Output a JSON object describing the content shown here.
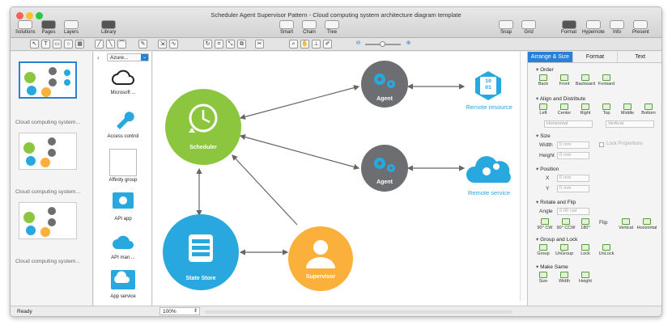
{
  "window": {
    "title": "Scheduler Agent Supervisor Pattern - Cloud computing system architecture diagram template"
  },
  "toolbar": {
    "solutions": "Solutions",
    "pages": "Pages",
    "layers": "Layers",
    "library": "Library",
    "smart": "Smart",
    "chain": "Chain",
    "tree": "Tree",
    "snap": "Snap",
    "grid": "Grid",
    "format": "Format",
    "hypernote": "Hypernote",
    "info": "Info",
    "present": "Present"
  },
  "pages": {
    "items": [
      {
        "label": "Cloud computing system..."
      },
      {
        "label": "Cloud computing system..."
      },
      {
        "label": "Cloud computing system..."
      }
    ]
  },
  "library": {
    "dropdown": "Azure...",
    "items": [
      {
        "label": "Microsoft ..."
      },
      {
        "label": "Access control"
      },
      {
        "label": "Affinity group"
      },
      {
        "label": "API app"
      },
      {
        "label": "API man ..."
      },
      {
        "label": "App service"
      }
    ]
  },
  "diagram": {
    "scheduler": "Scheduler",
    "agent1": "Agent",
    "agent2": "Agent",
    "state_store": "State Store",
    "supervisor": "Supervisor",
    "remote_resource": "Remote resource",
    "remote_service": "Remote service",
    "resource_bits": "10\n01"
  },
  "status": {
    "ready": "Ready",
    "zoom": "100%"
  },
  "inspector": {
    "tabs": [
      "Arrange & Size",
      "Format",
      "Text"
    ],
    "order": {
      "title": "Order",
      "items": [
        "Back",
        "Front",
        "Backward",
        "Forward"
      ]
    },
    "align": {
      "title": "Align and Distribute",
      "items": [
        "Left",
        "Center",
        "Right",
        "Top",
        "Middle",
        "Bottom"
      ],
      "horizontal": "Horizontal",
      "vertical": "Vertical"
    },
    "size": {
      "title": "Size",
      "width_label": "Width",
      "height_label": "Height",
      "width_val": "0 mm",
      "height_val": "0 mm",
      "lock": "Lock Proportions"
    },
    "position": {
      "title": "Position",
      "x_label": "X",
      "y_label": "Y",
      "x_val": "0 mm",
      "y_val": "0 mm"
    },
    "rotate": {
      "title": "Rotate and Flip",
      "angle_label": "Angle",
      "angle_val": "0.00 rad",
      "items": [
        "90° CW",
        "90° CCW",
        "180°"
      ],
      "flip": "Flip",
      "vertical": "Vertical",
      "horizontal": "Horizontal"
    },
    "group": {
      "title": "Group and Lock",
      "items": [
        "Group",
        "UnGroup",
        "Lock",
        "UnLock"
      ]
    },
    "make_same": {
      "title": "Make Same",
      "items": [
        "Size",
        "Width",
        "Height"
      ]
    }
  },
  "colors": {
    "scheduler": "#8cc63f",
    "agent": "#6d6e71",
    "store": "#29a8e0",
    "supervisor": "#fbb03b",
    "remote": "#29a8e0",
    "accent": "#2a7fd6"
  }
}
